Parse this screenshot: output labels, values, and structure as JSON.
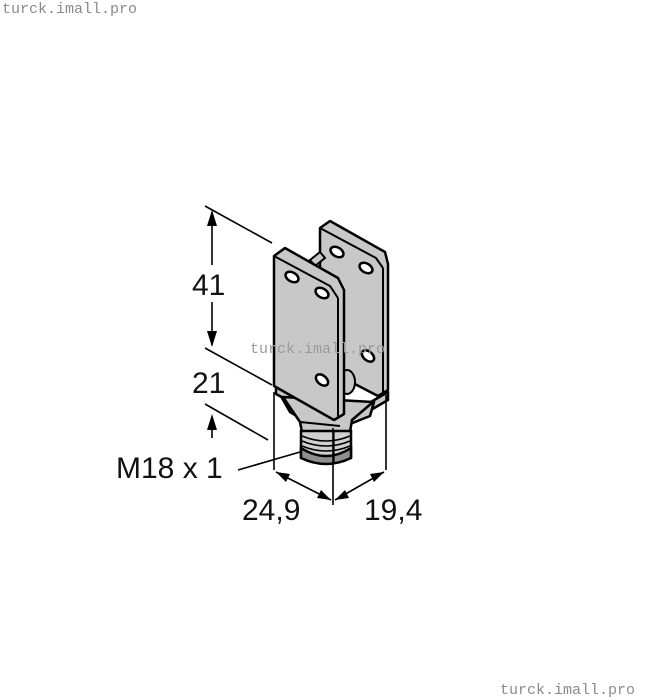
{
  "watermarks": {
    "top": "turck.imall.pro",
    "middle": "turck.imall.pro",
    "bottom": "turck.imall.pro"
  },
  "drawing": {
    "subject": "U-shaped mounting bracket with M18 threaded base",
    "colors": {
      "line": "#000000",
      "fill_plate": "#c8c8c8",
      "fill_dark": "#a0a0a0",
      "background": "#ffffff"
    },
    "dimensions": {
      "height_upper": "41",
      "height_lower": "21",
      "thread": "M18 x 1",
      "width_front": "24,9",
      "width_side": "19,4"
    }
  }
}
